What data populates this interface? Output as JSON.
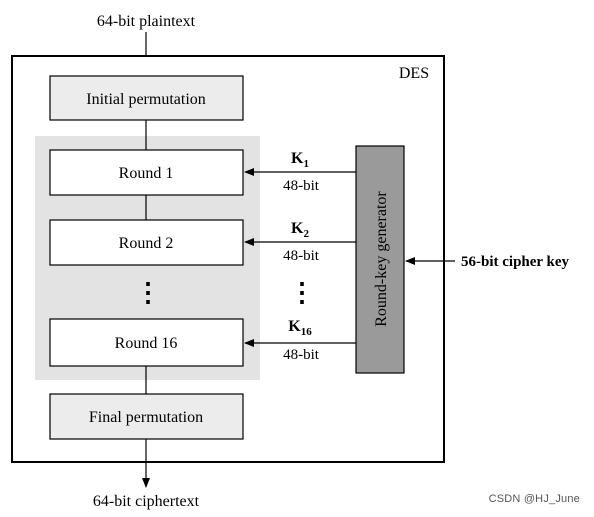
{
  "input_label": "64-bit plaintext",
  "output_label": "64-bit ciphertext",
  "outer_box_label": "DES",
  "initial_permutation": "Initial permutation",
  "final_permutation": "Final permutation",
  "rounds": [
    {
      "label": "Round 1",
      "key": "K",
      "key_sub": "1",
      "bits": "48-bit"
    },
    {
      "label": "Round 2",
      "key": "K",
      "key_sub": "2",
      "bits": "48-bit"
    },
    {
      "label": "Round 16",
      "key": "K",
      "key_sub": "16",
      "bits": "48-bit"
    }
  ],
  "ellipsis": "⋮",
  "key_generator_label": "Round-key generator",
  "cipher_key_label": "56-bit cipher key",
  "watermark": "CSDN @HJ_June",
  "colors": {
    "box_fill": "#ececec",
    "round_area_fill": "#e3e3e3",
    "generator_fill": "#9a9a9a",
    "line": "#000000"
  }
}
